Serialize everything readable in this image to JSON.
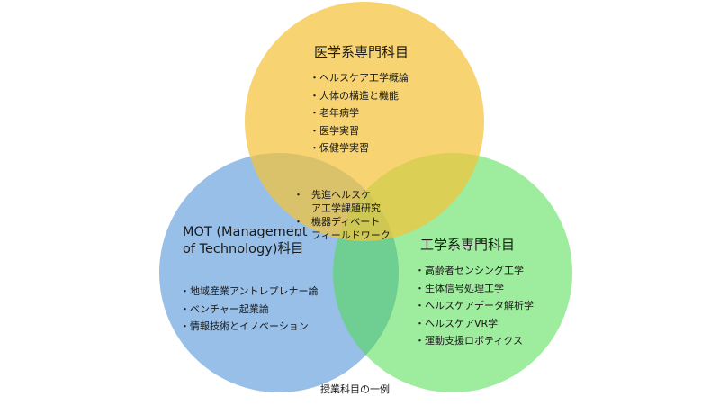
{
  "diagram": {
    "caption": "授業科目の一例",
    "colors": {
      "medical": "#f5c842",
      "engineering": "#5fe05c",
      "mot": "#7fb0e3",
      "background": "#ffffff",
      "text": "#1a1a1a"
    },
    "sets": {
      "medical": {
        "title": "医学系専門科目",
        "items": [
          "ヘルスケア工学概論",
          "人体の構造と機能",
          "老年病学",
          "医学実習",
          "保健学実習"
        ]
      },
      "mot": {
        "title": "MOT (Management of Technology)科目",
        "items": [
          "地域産業アントレプレナー論",
          "ベンチャー起業論",
          "情報技術とイノベーション"
        ]
      },
      "engineering": {
        "title": "工学系専門科目",
        "items": [
          "高齢者センシング工学",
          "生体信号処理工学",
          "ヘルスケアデータ解析学",
          "ヘルスケアVR学",
          "運動支援ロボティクス"
        ]
      }
    },
    "intersection": {
      "items": [
        "先進ヘルスケア工学課題研究",
        "機器ディベート",
        "フィールドワーク"
      ]
    }
  }
}
